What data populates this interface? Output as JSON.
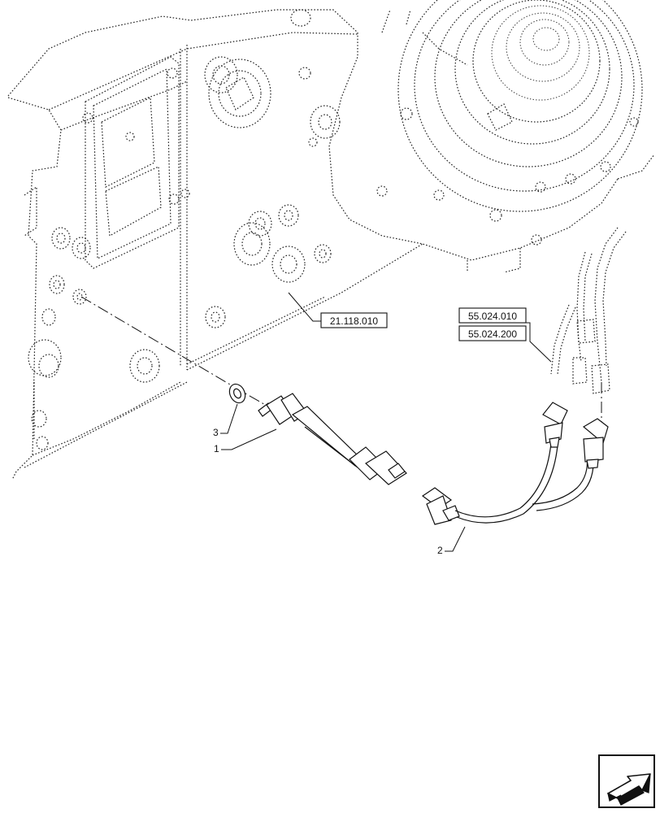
{
  "references": [
    {
      "id": "ref-transmission",
      "code": "21.118.010"
    },
    {
      "id": "ref-harness-a",
      "code": "55.024.010"
    },
    {
      "id": "ref-harness-b",
      "code": "55.024.200"
    }
  ],
  "callouts": [
    {
      "id": "callout-1",
      "number": "1"
    },
    {
      "id": "callout-2",
      "number": "2"
    },
    {
      "id": "callout-3",
      "number": "3"
    }
  ],
  "nav_icon": "next-page-arrow-icon",
  "colors": {
    "line": "#111111",
    "background": "#ffffff"
  }
}
